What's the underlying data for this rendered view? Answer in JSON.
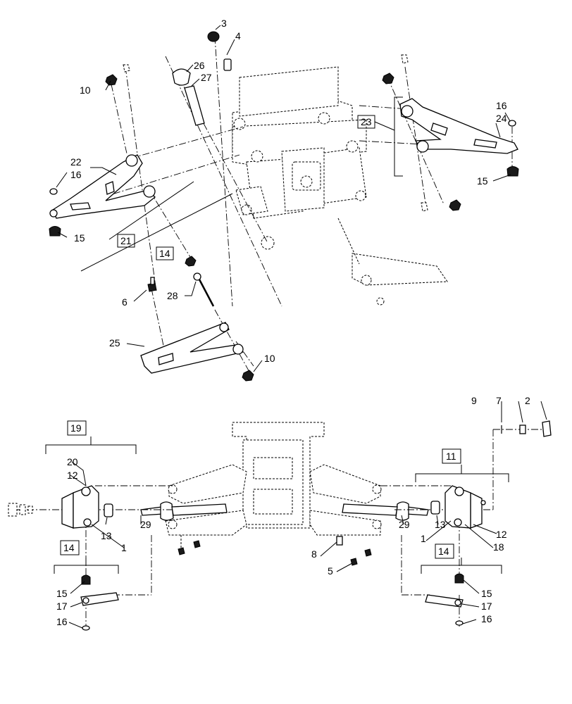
{
  "callouts": [
    {
      "id": "c3",
      "text": "3"
    },
    {
      "id": "c4",
      "text": "4"
    },
    {
      "id": "c26",
      "text": "26"
    },
    {
      "id": "c27",
      "text": "27"
    },
    {
      "id": "c10a",
      "text": "10"
    },
    {
      "id": "c22",
      "text": "22"
    },
    {
      "id": "c16a",
      "text": "16"
    },
    {
      "id": "c15a",
      "text": "15"
    },
    {
      "id": "c16b",
      "text": "16"
    },
    {
      "id": "c24",
      "text": "24"
    },
    {
      "id": "c15b",
      "text": "15"
    },
    {
      "id": "c6",
      "text": "6"
    },
    {
      "id": "c28",
      "text": "28"
    },
    {
      "id": "c25",
      "text": "25"
    },
    {
      "id": "c10b",
      "text": "10"
    },
    {
      "id": "c9",
      "text": "9"
    },
    {
      "id": "c7",
      "text": "7"
    },
    {
      "id": "c2",
      "text": "2"
    },
    {
      "id": "c20",
      "text": "20"
    },
    {
      "id": "c12a",
      "text": "12"
    },
    {
      "id": "c13a",
      "text": "13"
    },
    {
      "id": "c1a",
      "text": "1"
    },
    {
      "id": "c29a",
      "text": "29"
    },
    {
      "id": "c29b",
      "text": "29"
    },
    {
      "id": "c13b",
      "text": "13"
    },
    {
      "id": "c1b",
      "text": "1"
    },
    {
      "id": "c12b",
      "text": "12"
    },
    {
      "id": "c18",
      "text": "18"
    },
    {
      "id": "c8",
      "text": "8"
    },
    {
      "id": "c5",
      "text": "5"
    },
    {
      "id": "c15c",
      "text": "15"
    },
    {
      "id": "c17a",
      "text": "17"
    },
    {
      "id": "c16c",
      "text": "16"
    },
    {
      "id": "c15d",
      "text": "15"
    },
    {
      "id": "c17b",
      "text": "17"
    },
    {
      "id": "c16d",
      "text": "16"
    }
  ],
  "boxed_callouts": [
    {
      "id": "b23",
      "text": "23"
    },
    {
      "id": "b21",
      "text": "21"
    },
    {
      "id": "b14a",
      "text": "14"
    },
    {
      "id": "b19",
      "text": "19"
    },
    {
      "id": "b11",
      "text": "11"
    },
    {
      "id": "b14b",
      "text": "14"
    },
    {
      "id": "b14c",
      "text": "14"
    }
  ]
}
